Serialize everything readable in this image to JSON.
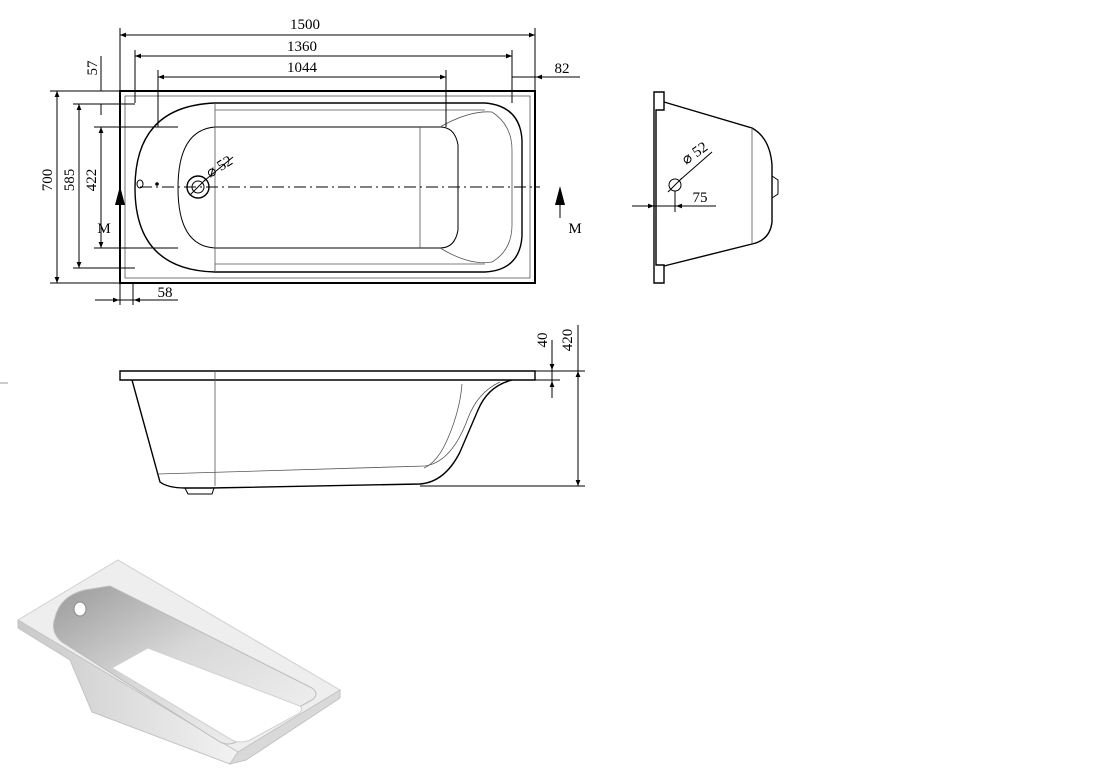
{
  "top_view": {
    "dim_overall_length": "1500",
    "dim_inner_length": "1360",
    "dim_bottom_length": "1044",
    "dim_right_offset": "82",
    "dim_top_offset": "57",
    "dim_overall_width": "700",
    "dim_inner_width": "585",
    "dim_bottom_width": "422",
    "dim_drain_offset": "58",
    "drain_diameter": "⌀ 52",
    "section_mark_left": "M",
    "section_mark_right": "M"
  },
  "end_view": {
    "drain_diameter": "⌀ 52",
    "dim_drain_offset": "75"
  },
  "side_view": {
    "dim_rim": "40",
    "dim_height": "420"
  },
  "render_3d": {
    "body_color": "#eeeeee",
    "shadow_color": "#b8b8b8",
    "highlight_color": "#ffffff"
  }
}
